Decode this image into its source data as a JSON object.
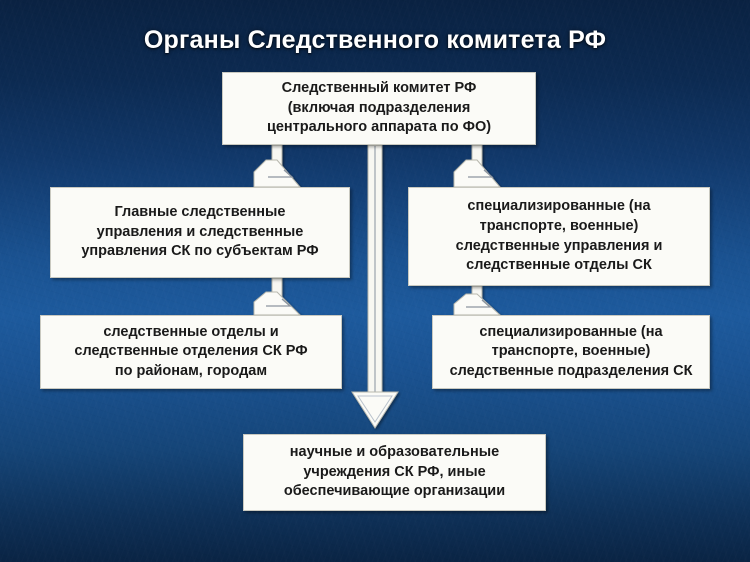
{
  "slide": {
    "title": "Органы Следственного комитета РФ",
    "background_top_color": "#0a2242",
    "background_mid_color": "#1d5a9d",
    "background_bottom_color": "#0a2444",
    "box_fill_color": "#fbfbf7",
    "box_text_color": "#1a1a1a",
    "title_color": "#ffffff",
    "connector_color": "#ffffff"
  },
  "nodes": {
    "root": {
      "id": "sledstvennyj-komitet-rf",
      "text": "Следственный комитет РФ\n(включая подразделения\nцентрального аппарата по ФО)"
    },
    "main_directorates": {
      "id": "glavnye-sledstvennye-upravleniya",
      "text": "Главные следственные\nуправления и следственные\nуправления СК по субъектам РФ"
    },
    "specialized_directorates": {
      "id": "specializirovannye-upravleniya-otdely",
      "text": "специализированные (на\nтранспорте, военные)\nследственные управления и\nследственные отделы СК"
    },
    "local_departments": {
      "id": "sledstvennye-otdely-otdeleniya",
      "text": "следственные отделы и\nследственные отделения СК РФ\nпо районам, городам"
    },
    "specialized_subdivisions": {
      "id": "specializirovannye-podrazdeleniya",
      "text": "специализированные (на\nтранспорте, военные)\nследственные подразделения СК"
    },
    "educational": {
      "id": "nauchnye-obrazovatelnye-uchrezhdeniya",
      "text": "научные и образовательные\nучреждения СК РФ, иные\nобеспечивающие организации"
    }
  },
  "connectors": [
    {
      "name": "root-to-main-directorates",
      "kind": "elbow-arrow-left"
    },
    {
      "name": "root-to-specialized-directorates",
      "kind": "elbow-arrow-right"
    },
    {
      "name": "root-to-local-departments",
      "kind": "elbow-arrow-left"
    },
    {
      "name": "root-to-specialized-subdivisions",
      "kind": "elbow-arrow-right"
    },
    {
      "name": "root-to-educational",
      "kind": "straight-arrow-down"
    }
  ]
}
